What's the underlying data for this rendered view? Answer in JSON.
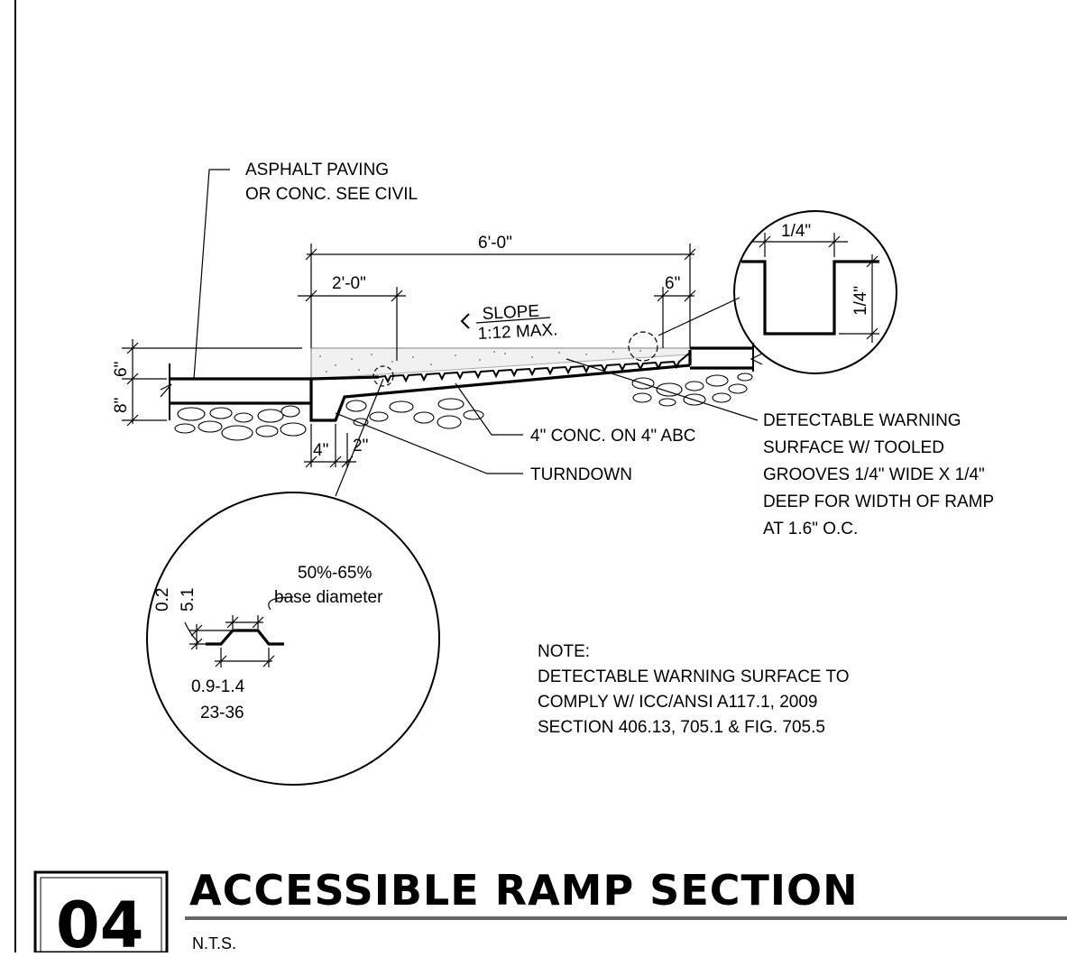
{
  "labels": {
    "asphalt_line1": "ASPHALT PAVING",
    "asphalt_line2": "OR CONC. SEE CIVIL",
    "conc": "4\" CONC. ON 4\" ABC",
    "turndown": "TURNDOWN",
    "dws_line1": "DETECTABLE WARNING",
    "dws_line2": "SURFACE W/ TOOLED",
    "dws_line3": "GROOVES 1/4\" WIDE X 1/4\"",
    "dws_line4": "DEEP FOR WIDTH OF RAMP",
    "dws_line5": "AT 1.6\" O.C.",
    "slope_line1": "SLOPE",
    "slope_line2": "1:12 MAX."
  },
  "dimensions": {
    "overall": "6'-0\"",
    "left": "2'-0\"",
    "right": "6\"",
    "upper": "6\"",
    "lower": "8\"",
    "turndown_w": "4\"",
    "turndown_t": "2\""
  },
  "detail_groove": {
    "width": "1/4\"",
    "depth": "1/4\""
  },
  "detail_dome": {
    "top_label_1": "50%-65%",
    "top_label_2": "base diameter",
    "height_1": "0.2",
    "height_2": "5.1",
    "base_1": "0.9-1.4",
    "base_2": "23-36"
  },
  "note": {
    "heading": "NOTE:",
    "line1": "DETECTABLE WARNING SURFACE TO",
    "line2": "COMPLY W/ ICC/ANSI A117.1, 2009",
    "line3": "SECTION 406.13, 705.1 & FIG. 705.5"
  },
  "title_block": {
    "number": "04",
    "title": "ACCESSIBLE RAMP SECTION",
    "scale": "N.T.S."
  }
}
